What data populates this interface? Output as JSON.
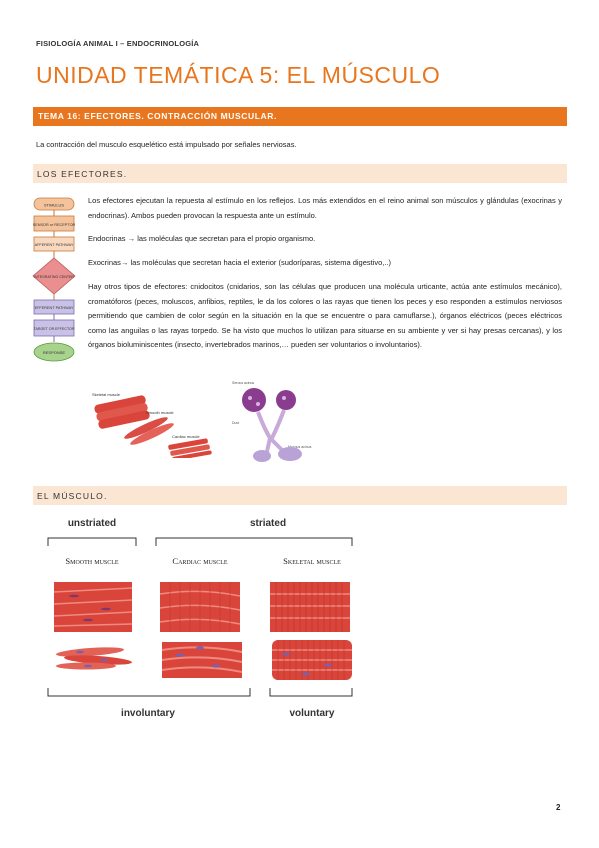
{
  "header": {
    "course": "FISIOLOGÍA ANIMAL I – ENDOCRINOLOGÍA",
    "unit_title": "UNIDAD TEMÁTICA 5: EL MÚSCULO"
  },
  "topic": {
    "label": "TEMA 16: EFECTORES. CONTRACCIÓN MUSCULAR."
  },
  "intro": "La contracción del musculo esquelético está impulsado por señales nerviosas.",
  "section1": {
    "title": "LOS EFECTORES.",
    "p1": "Los efectores ejecutan la repuesta al estímulo en los reflejos. Los más extendidos en el reino animal son músculos y glándulas (exocrinas y endocrinas). Ambos pueden provocan la respuesta ante un estímulo.",
    "p2": "Endocrinas → las moléculas que secretan para el propio organismo.",
    "p3": "Exocrinas→ las moléculas que secretan hacia el exterior (sudoríparas, sistema digestivo,..)",
    "p4": "Hay otros tipos de efectores: cnidocitos (cnidarios, son las células que producen una molécula urticante, actúa ante estímulos mecánico), cromatóforos (peces, moluscos, anfibios, reptiles, le da los colores o las rayas que tienen los peces y eso responden a estímulos nerviosos permitiendo que cambien de color según en la situación en la que se encuentre o para camuflarse.), órganos eléctricos (peces eléctricos como las anguilas o las rayas torpedo. Se ha visto que muchos lo utilizan para situarse en su ambiente y ver si hay presas cercanas), y los órganos bioluminiscentes (insecto, invertebrados marinos,… pueden ser voluntarios o involuntarios).",
    "reflex_steps": [
      "STIMULUS",
      "SENSOR or RECEPTOR",
      "AFFERENT PATHWAY",
      "INTEGRATING CENTER",
      "EFFERENT PATHWAY",
      "TARGET OR EFFECTOR",
      "RESPONSE"
    ],
    "muscle_fig_labels": [
      "Skeletal muscle",
      "Smooth muscle",
      "Cardiac muscle"
    ],
    "gland_fig_labels": [
      "Serous acinus",
      "Duct",
      "Mucous acinus"
    ]
  },
  "section2": {
    "title": "EL MÚSCULO.",
    "fig": {
      "unstriated": "unstriated",
      "striated": "striated",
      "smooth": "Smooth muscle",
      "cardiac": "Cardiac muscle",
      "skeletal": "Skeletal muscle",
      "involuntary": "involuntary",
      "voluntary": "voluntary"
    }
  },
  "page_number": "2",
  "colors": {
    "accent": "#e8761e",
    "section_bg": "#fbe6d3",
    "muscle_red": "#d9453a",
    "nucleus_purple": "#7b5fb0"
  }
}
